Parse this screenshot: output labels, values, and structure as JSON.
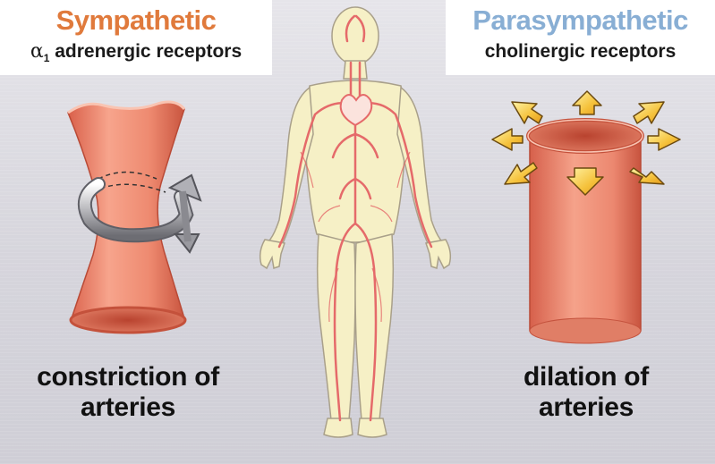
{
  "sympathetic": {
    "title": "Sympathetic",
    "title_color": "#e07a3c",
    "receptor_prefix": "α",
    "receptor_subscript": "1",
    "receptor_text": " adrenergic receptors",
    "effect_line1": "constriction of",
    "effect_line2": "arteries"
  },
  "parasympathetic": {
    "title": "Parasympathetic",
    "title_color": "#88aed4",
    "receptor_text": "cholinergic receptors",
    "effect_line1": "dilation of",
    "effect_line2": "arteries"
  },
  "colors": {
    "artery": "#ee8a70",
    "artery_dark": "#d9604a",
    "body_skin": "#f6f0c6",
    "vessel_red": "#e56a6a",
    "arrow_yellow": "#f5c23c"
  }
}
